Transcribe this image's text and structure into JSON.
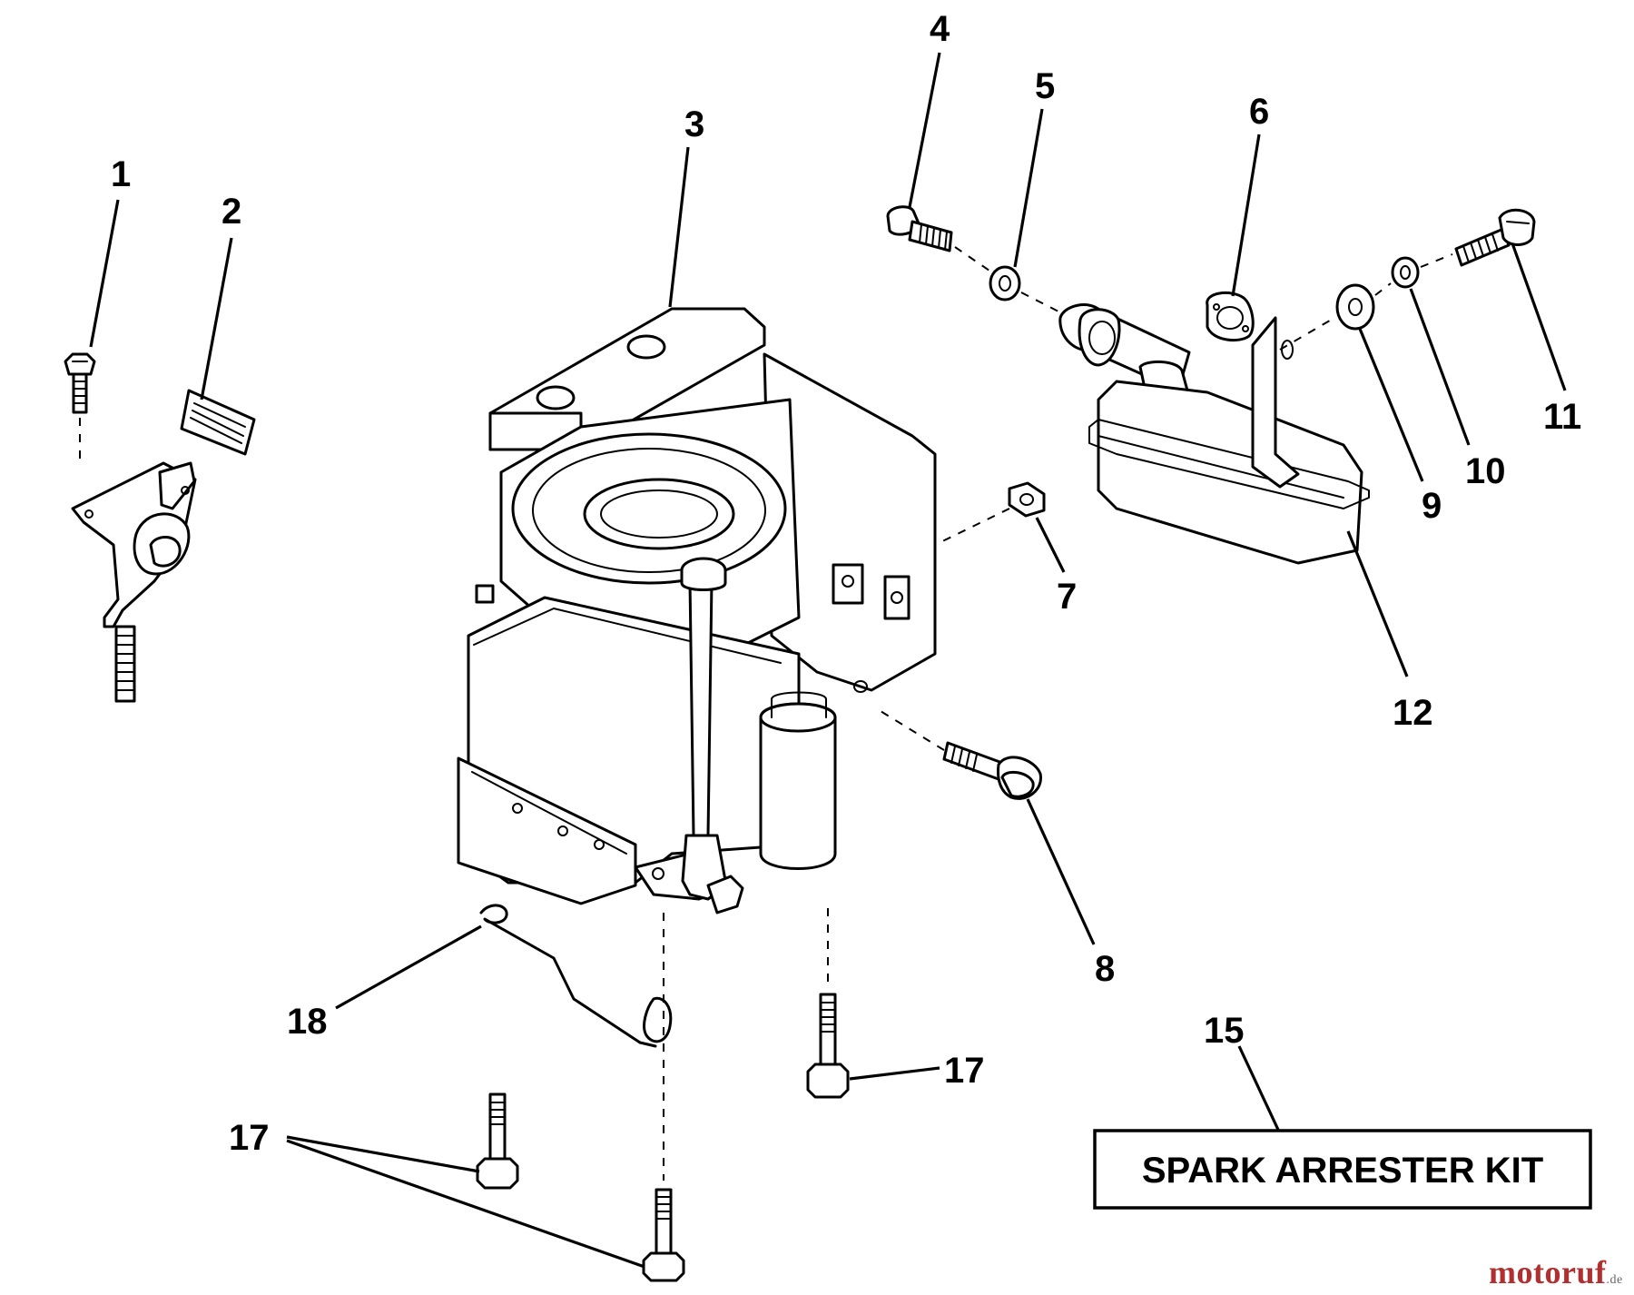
{
  "callouts": {
    "c1": "1",
    "c2": "2",
    "c3": "3",
    "c4": "4",
    "c5": "5",
    "c6": "6",
    "c7": "7",
    "c8": "8",
    "c9": "9",
    "c10": "10",
    "c11": "11",
    "c12": "12",
    "c15": "15",
    "c17a": "17",
    "c17b": "17",
    "c18": "18"
  },
  "kit_label": "SPARK ARRESTER KIT",
  "watermark": {
    "brand": "motoruf",
    "tld": ".de"
  },
  "colors": {
    "line": "#000000",
    "background": "#ffffff",
    "watermark": "#b03030"
  }
}
